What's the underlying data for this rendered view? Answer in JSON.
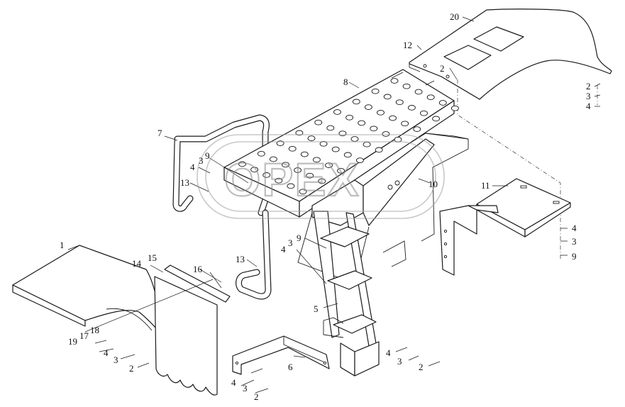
{
  "watermark": {
    "text": "OPEX"
  },
  "callouts": [
    {
      "id": "c-1",
      "text": "1"
    },
    {
      "id": "c-2-top",
      "text": "2"
    },
    {
      "id": "c-2-right",
      "text": "2"
    },
    {
      "id": "c-3-right",
      "text": "3"
    },
    {
      "id": "c-4-right",
      "text": "4"
    },
    {
      "id": "c-20",
      "text": "20"
    },
    {
      "id": "c-12",
      "text": "12"
    },
    {
      "id": "c-8",
      "text": "8"
    },
    {
      "id": "c-7",
      "text": "7"
    },
    {
      "id": "c-9-a",
      "text": "9"
    },
    {
      "id": "c-3-a",
      "text": "3"
    },
    {
      "id": "c-4-a",
      "text": "4"
    },
    {
      "id": "c-13-a",
      "text": "13"
    },
    {
      "id": "c-10",
      "text": "10"
    },
    {
      "id": "c-11",
      "text": "11"
    },
    {
      "id": "c-4-b",
      "text": "4"
    },
    {
      "id": "c-3-b",
      "text": "3"
    },
    {
      "id": "c-9-b",
      "text": "9"
    },
    {
      "id": "c-9-c",
      "text": "9"
    },
    {
      "id": "c-3-c",
      "text": "3"
    },
    {
      "id": "c-4-c",
      "text": "4"
    },
    {
      "id": "c-13-b",
      "text": "13"
    },
    {
      "id": "c-15",
      "text": "15"
    },
    {
      "id": "c-14",
      "text": "14"
    },
    {
      "id": "c-16",
      "text": "16"
    },
    {
      "id": "c-5",
      "text": "5"
    },
    {
      "id": "c-18",
      "text": "18"
    },
    {
      "id": "c-17",
      "text": "17"
    },
    {
      "id": "c-19",
      "text": "19"
    },
    {
      "id": "c-4-d",
      "text": "4"
    },
    {
      "id": "c-3-d",
      "text": "3"
    },
    {
      "id": "c-2-d",
      "text": "2"
    },
    {
      "id": "c-6",
      "text": "6"
    },
    {
      "id": "c-4-e",
      "text": "4"
    },
    {
      "id": "c-3-e",
      "text": "3"
    },
    {
      "id": "c-2-e",
      "text": "2"
    },
    {
      "id": "c-4-f",
      "text": "4"
    },
    {
      "id": "c-3-f",
      "text": "3"
    },
    {
      "id": "c-2-f",
      "text": "2"
    }
  ]
}
